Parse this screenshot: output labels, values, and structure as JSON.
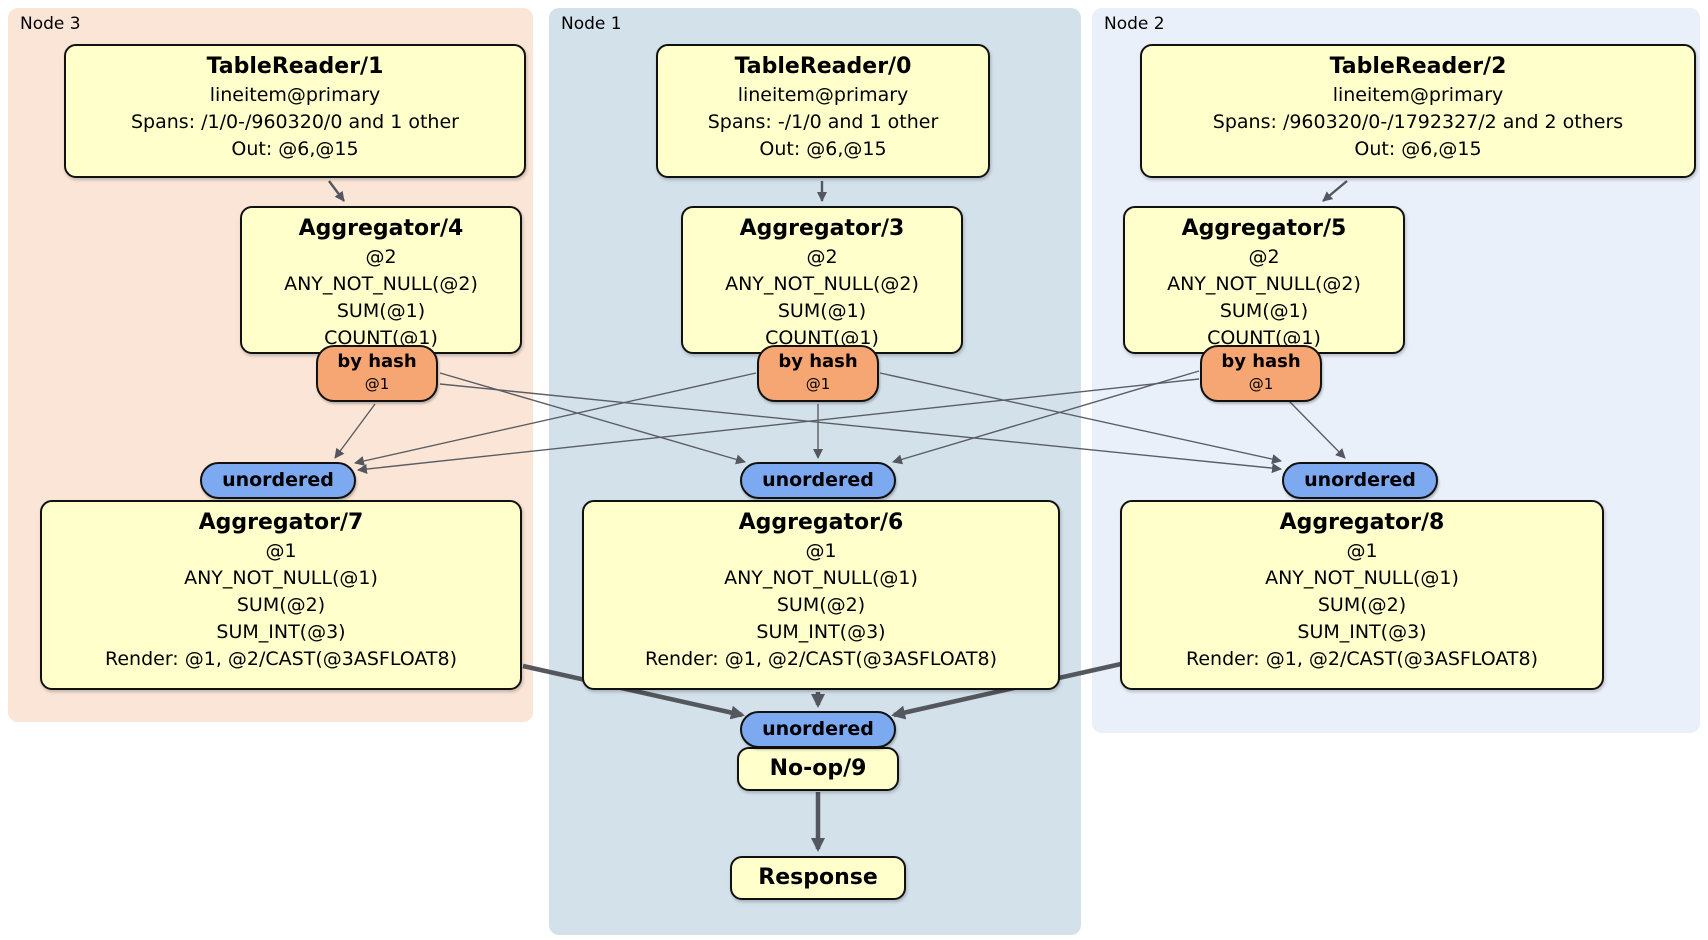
{
  "colors": {
    "node3_bg": "#FBE5D6",
    "node1_bg": "#D3E1EB",
    "node2_bg": "#EAF0FA",
    "box_bg": "#FFFFCC",
    "hash_router_bg": "#F5A673",
    "stream_pill_bg": "#7CA9F0",
    "edge": "#54585E"
  },
  "nodes": [
    {
      "label": "Node 3",
      "reader": {
        "title": "TableReader/1",
        "index": "lineitem@primary",
        "spans": "Spans: /1/0-/960320/0 and 1 other",
        "out": "Out: @6,@15"
      },
      "agg_top": {
        "title": "Aggregator/4",
        "group": "@2",
        "l1": "ANY_NOT_NULL(@2)",
        "l2": "SUM(@1)",
        "l3": "COUNT(@1)"
      },
      "router": {
        "label": "by hash",
        "key": "@1"
      },
      "stream": {
        "label": "unordered"
      },
      "agg_bottom": {
        "title": "Aggregator/7",
        "group": "@1",
        "l1": "ANY_NOT_NULL(@1)",
        "l2": "SUM(@2)",
        "l3": "SUM_INT(@3)",
        "l4": "Render: @1, @2/CAST(@3ASFLOAT8)"
      }
    },
    {
      "label": "Node 1",
      "reader": {
        "title": "TableReader/0",
        "index": "lineitem@primary",
        "spans": "Spans: -/1/0 and 1 other",
        "out": "Out: @6,@15"
      },
      "agg_top": {
        "title": "Aggregator/3",
        "group": "@2",
        "l1": "ANY_NOT_NULL(@2)",
        "l2": "SUM(@1)",
        "l3": "COUNT(@1)"
      },
      "router": {
        "label": "by hash",
        "key": "@1"
      },
      "stream": {
        "label": "unordered"
      },
      "agg_bottom": {
        "title": "Aggregator/6",
        "group": "@1",
        "l1": "ANY_NOT_NULL(@1)",
        "l2": "SUM(@2)",
        "l3": "SUM_INT(@3)",
        "l4": "Render: @1, @2/CAST(@3ASFLOAT8)"
      }
    },
    {
      "label": "Node 2",
      "reader": {
        "title": "TableReader/2",
        "index": "lineitem@primary",
        "spans": "Spans: /960320/0-/1792327/2 and 2 others",
        "out": "Out: @6,@15"
      },
      "agg_top": {
        "title": "Aggregator/5",
        "group": "@2",
        "l1": "ANY_NOT_NULL(@2)",
        "l2": "SUM(@1)",
        "l3": "COUNT(@1)"
      },
      "router": {
        "label": "by hash",
        "key": "@1"
      },
      "stream": {
        "label": "unordered"
      },
      "agg_bottom": {
        "title": "Aggregator/8",
        "group": "@1",
        "l1": "ANY_NOT_NULL(@1)",
        "l2": "SUM(@2)",
        "l3": "SUM_INT(@3)",
        "l4": "Render: @1, @2/CAST(@3ASFLOAT8)"
      }
    }
  ],
  "final": {
    "stream": "unordered",
    "noop": "No-op/9",
    "response": "Response"
  }
}
